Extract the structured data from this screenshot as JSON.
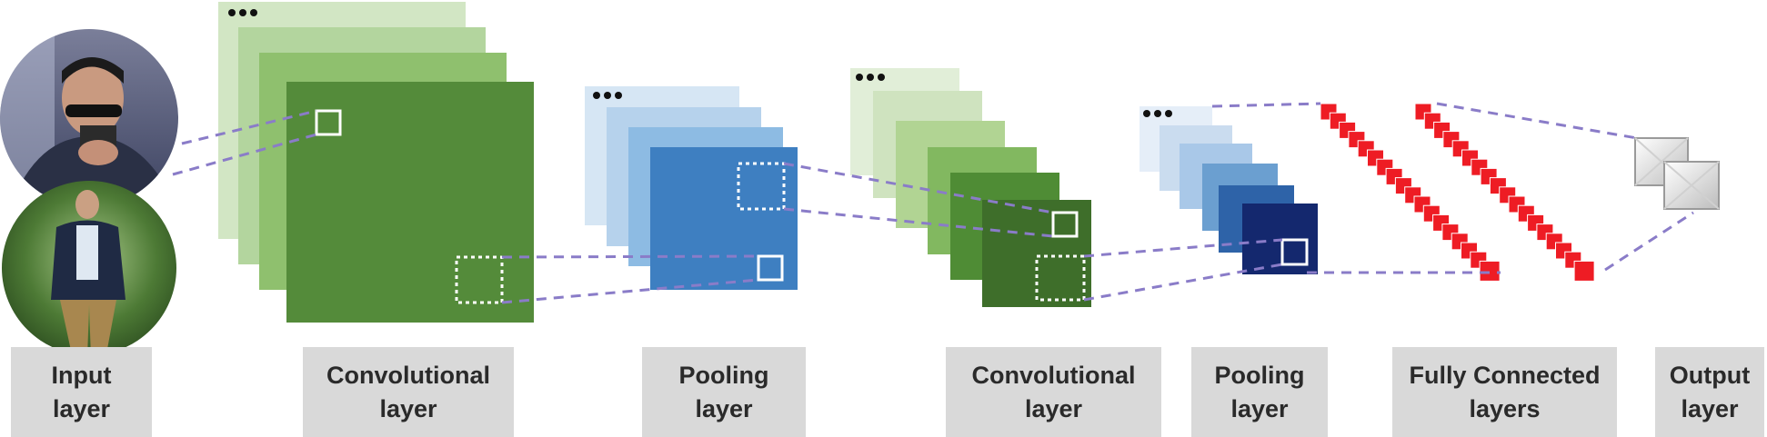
{
  "layers": [
    {
      "id": "input",
      "lines": [
        "Input",
        "layer"
      ]
    },
    {
      "id": "conv1",
      "lines": [
        "Convolutional",
        "layer"
      ]
    },
    {
      "id": "pool1",
      "lines": [
        "Pooling",
        "layer"
      ]
    },
    {
      "id": "conv2",
      "lines": [
        "Convolutional",
        "layer"
      ]
    },
    {
      "id": "pool2",
      "lines": [
        "Pooling",
        "layer"
      ]
    },
    {
      "id": "fc",
      "lines": [
        "Fully Connected",
        "layers"
      ]
    },
    {
      "id": "output",
      "lines": [
        "Output",
        "layer"
      ]
    }
  ],
  "colors": {
    "conv1_stack": [
      "#d2e6c4",
      "#b3d59e",
      "#8fc06e",
      "#6aaa44",
      "#548b3a"
    ],
    "pool1_stack": [
      "#d6e6f4",
      "#b6d2ec",
      "#8dbbe3",
      "#5f9cd4",
      "#3e7fc1"
    ],
    "conv2_stack": [
      "#e1eed8",
      "#cfe3bf",
      "#b1d493",
      "#82b860",
      "#4f8c35",
      "#3e6e2a"
    ],
    "pool2_stack": [
      "#e5eef8",
      "#cadcef",
      "#a9c8e8",
      "#6b9fd0",
      "#2e63a8",
      "#1a3f86",
      "#14286e"
    ],
    "fc_nodes": "#ee1c24",
    "connector": "#8a7cc8",
    "label_background": "#d9d9d9"
  },
  "icons": [
    "ellipsis-icon",
    "gun-man-photo",
    "walking-man-photo",
    "output-node-icon"
  ]
}
